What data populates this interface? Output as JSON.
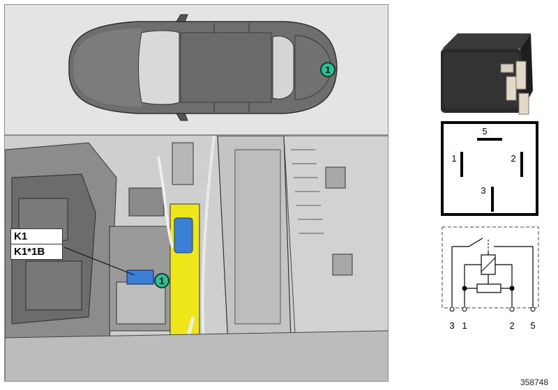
{
  "callouts": {
    "car_marker": "1",
    "relay_marker": "1"
  },
  "relay_labels": {
    "line1": "K1",
    "line2": "K1*1B"
  },
  "pin_layout": {
    "pin5": "5",
    "pin1": "1",
    "pin2": "2",
    "pin3": "3"
  },
  "schematic": {
    "terminals": [
      "3",
      "1",
      "2",
      "5"
    ]
  },
  "figure_id": "358748",
  "colors": {
    "callout": "#2dbf96",
    "relay_body_blue": "#3b7fd6",
    "highlight_yellow": "#efe619"
  }
}
